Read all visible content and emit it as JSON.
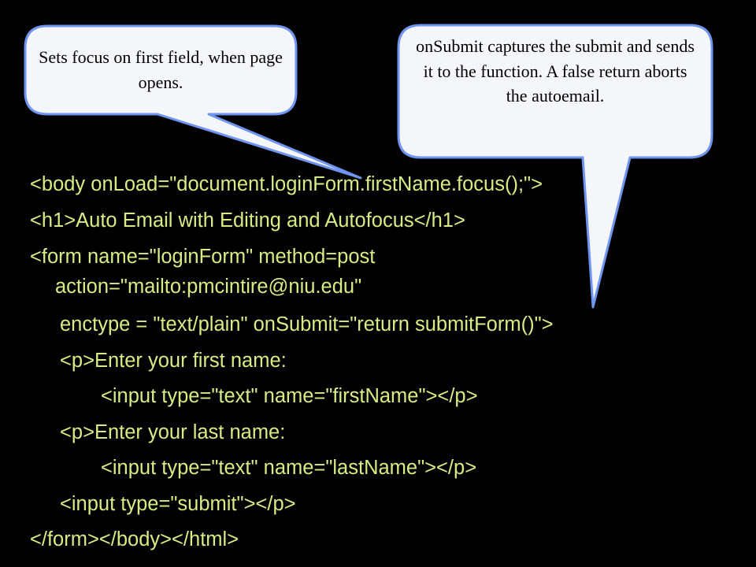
{
  "slide": {
    "code_lines": [
      "<body onLoad=\"document.loginForm.firstName.focus();\">",
      "<h1>Auto Email with Editing and Autofocus</h1>",
      "<form name=\"loginForm\" method=post",
      "action=\"mailto:pmcintire@niu.edu\"",
      "enctype = \"text/plain\" onSubmit=\"return submitForm()\">",
      "<p>Enter your first name:",
      "<input type=\"text\" name=\"firstName\"></p>",
      "<p>Enter your last name:",
      "<input type=\"text\" name=\"lastName\"></p>",
      "<input type=\"submit\"></p>",
      "</form></body></html>"
    ],
    "callouts": [
      {
        "text": "Sets focus on first field, when page opens."
      },
      {
        "text": "onSubmit captures the submit and sends it to the function. A false return aborts the autoemail."
      }
    ],
    "colors": {
      "background": "#000000",
      "code_text": "#d8ec84",
      "callout_fill": "#f5f6fa",
      "callout_border": "#6f95f0"
    }
  }
}
